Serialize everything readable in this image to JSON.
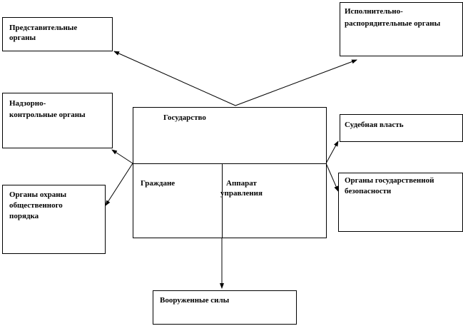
{
  "center": {
    "title": "Государство",
    "left": "Граждане",
    "right_line1": "Аппарат",
    "right_line2": "управления"
  },
  "nodes": {
    "representative": [
      "Представительные",
      "органы"
    ],
    "executive": [
      "Исполнительно-",
      "распорядительные органы"
    ],
    "supervisory": [
      "Надзорно-",
      "контрольные органы"
    ],
    "judicial": [
      "Судебная власть"
    ],
    "public_order": [
      "Органы охраны",
      "общественного",
      "порядка"
    ],
    "security": [
      "Органы государственной",
      "безопасности"
    ],
    "armed_forces": [
      "Вооруженные силы"
    ]
  }
}
